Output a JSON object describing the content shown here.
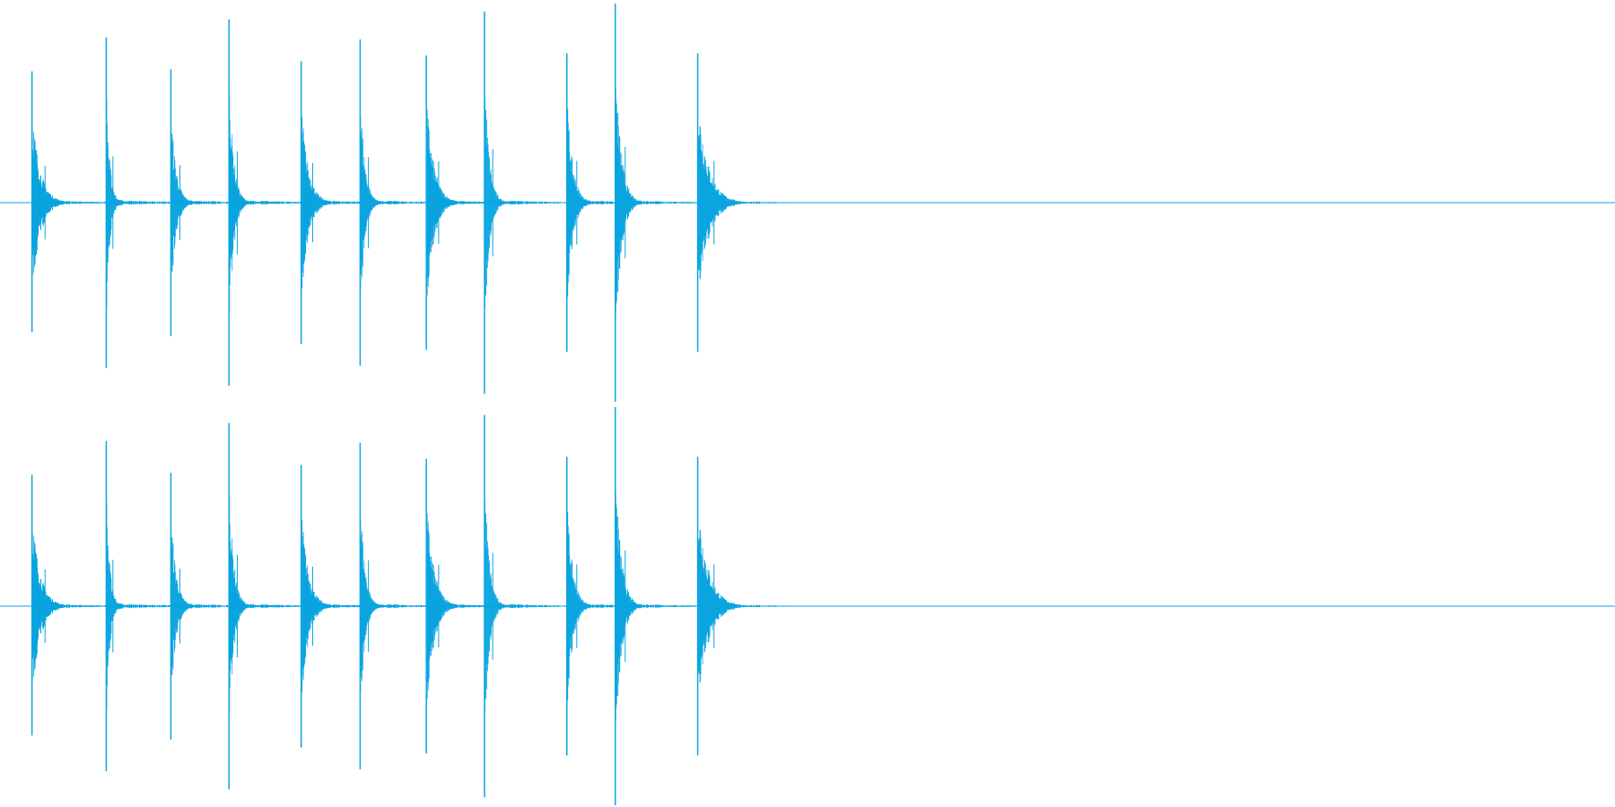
{
  "waveform": {
    "color": "#0aa5e0",
    "background": "#ffffff",
    "channels": [
      {
        "name": "channel-1"
      },
      {
        "name": "channel-2"
      }
    ],
    "pulses": [
      {
        "t": 0.0198,
        "up": 0.66,
        "down": 0.65,
        "decay": 0.014
      },
      {
        "t": 0.0658,
        "up": 0.83,
        "down": 0.83,
        "decay": 0.006
      },
      {
        "t": 0.1058,
        "up": 0.67,
        "down": 0.67,
        "decay": 0.009
      },
      {
        "t": 0.1418,
        "up": 0.92,
        "down": 0.92,
        "decay": 0.008
      },
      {
        "t": 0.1865,
        "up": 0.71,
        "down": 0.71,
        "decay": 0.012
      },
      {
        "t": 0.223,
        "up": 0.82,
        "down": 0.82,
        "decay": 0.008
      },
      {
        "t": 0.264,
        "up": 0.74,
        "down": 0.74,
        "decay": 0.013
      },
      {
        "t": 0.3,
        "up": 0.96,
        "down": 0.96,
        "decay": 0.008
      },
      {
        "t": 0.351,
        "up": 0.75,
        "down": 0.75,
        "decay": 0.01
      },
      {
        "t": 0.381,
        "up": 1.0,
        "down": 1.0,
        "decay": 0.01
      },
      {
        "t": 0.432,
        "up": 0.75,
        "down": 0.75,
        "decay": 0.018
      }
    ],
    "tail_end": 0.52
  }
}
